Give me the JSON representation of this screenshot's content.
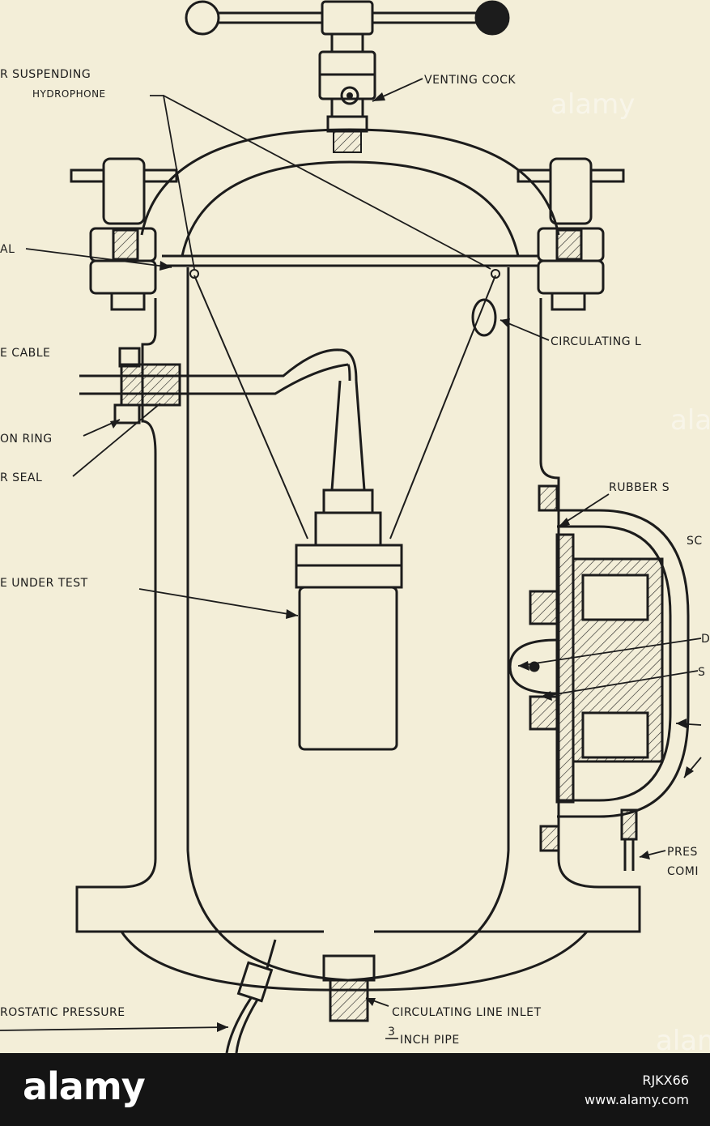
{
  "labels": {
    "suspending_1": "R SUSPENDING",
    "suspending_2": "HYDROPHONE",
    "venting_cock": "VENTING COCK",
    "seal_top_left": "AL",
    "cable": "E CABLE",
    "circulating_right": "CIRCULATING L",
    "ring": "ON RING",
    "seal_left": "R SEAL",
    "rubber_seal_right": "RUBBER S",
    "sc_label": "SC",
    "under_test": "E UNDER TEST",
    "d_label": "D",
    "s_label": "S",
    "pressure_right_1": "PRES",
    "pressure_right_2": "COMI",
    "hydrostatic": "ROSTATIC PRESSURE",
    "inlet_1": "CIRCULATING LINE INLET",
    "inlet_frac": "3",
    "inlet_2": "INCH PIPE"
  },
  "watermarks": {
    "top_right": "alamy",
    "mid_right": "ala",
    "bottom_right": "alam"
  },
  "footer": {
    "logo": "alamy",
    "image_id": "RJKX66",
    "site": "www.alamy.com"
  }
}
